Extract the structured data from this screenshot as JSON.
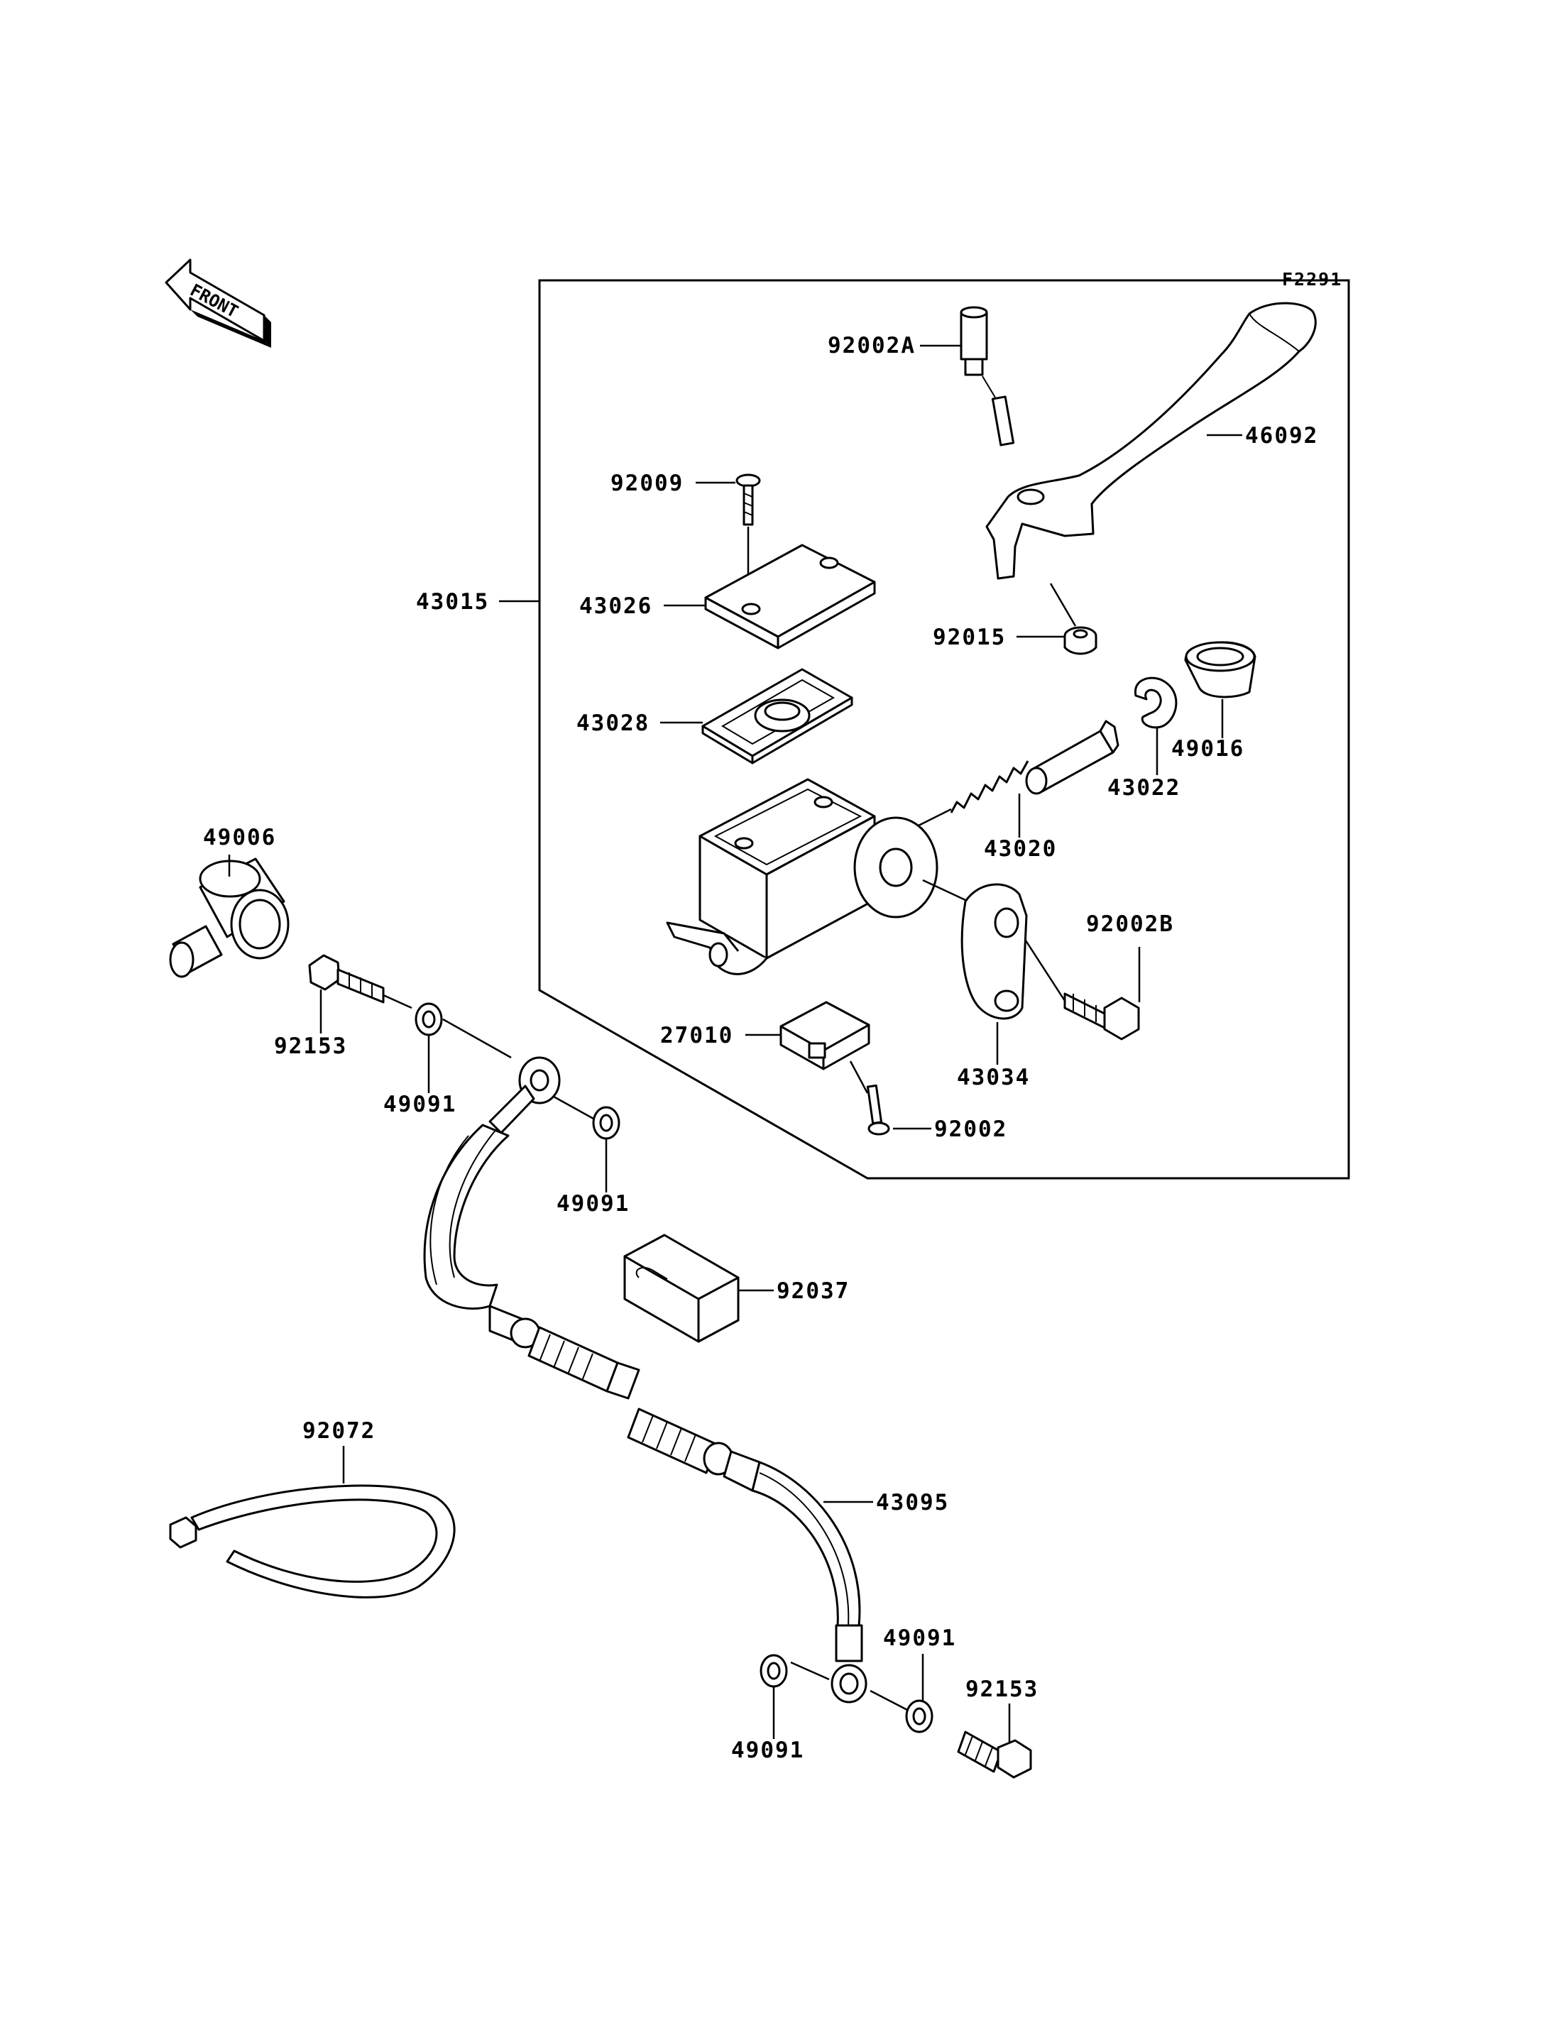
{
  "diagram": {
    "code": "F2291",
    "front_label": "FRONT",
    "assembly_label": "43015",
    "labels": [
      "92002A",
      "46092",
      "92009",
      "43026",
      "43015",
      "92015",
      "43028",
      "49016",
      "43022",
      "43020",
      "49006",
      "92002B",
      "92153",
      "49091",
      "27010",
      "43034",
      "92002",
      "49091",
      "92037",
      "92072",
      "43095",
      "49091",
      "49091",
      "92153"
    ]
  }
}
